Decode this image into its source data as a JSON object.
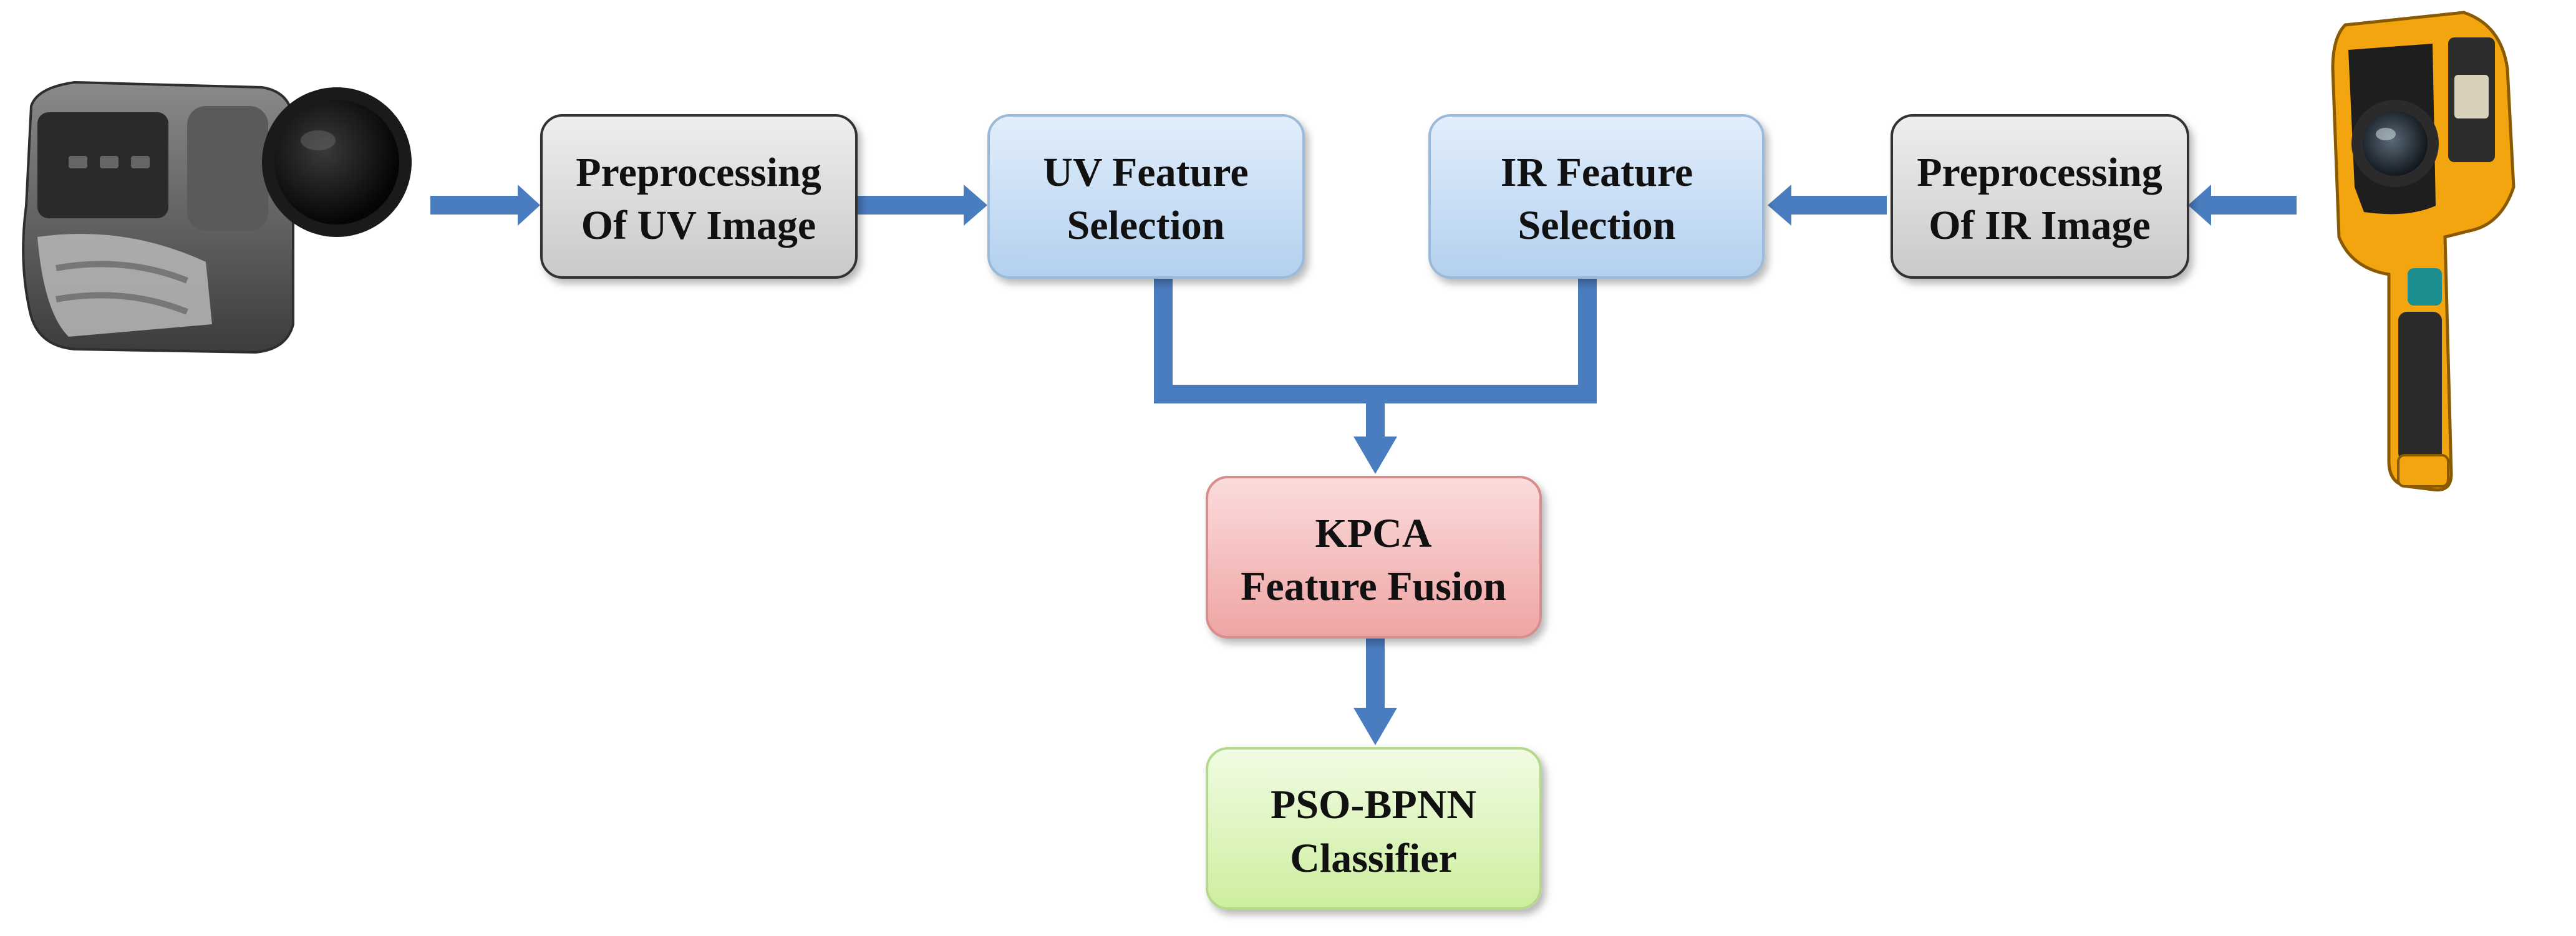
{
  "nodes": {
    "preproc_uv": {
      "line1": "Preprocessing",
      "line2": "Of  UV Image"
    },
    "uv_feature": {
      "line1": "UV Feature",
      "line2": "Selection"
    },
    "ir_feature": {
      "line1": "IR Feature",
      "line2": "Selection"
    },
    "preproc_ir": {
      "line1": "Preprocessing",
      "line2": "Of IR Image"
    },
    "kpca": {
      "line1": "KPCA",
      "line2": "Feature Fusion"
    },
    "pso": {
      "line1": "PSO-BPNN",
      "line2": "Classifier"
    }
  },
  "devices": {
    "left": "uv-camera-icon",
    "right": "infrared-thermal-camera-icon"
  },
  "colors": {
    "arrow": "#4a7cc0",
    "gray_box": "#d4d4d4",
    "blue_box": "#c6dcf3",
    "red_box": "#f4b8b8",
    "green_box": "#dcf5c0",
    "thermal_body": "#f2a50e",
    "camera_body": "#4a4a4a"
  }
}
